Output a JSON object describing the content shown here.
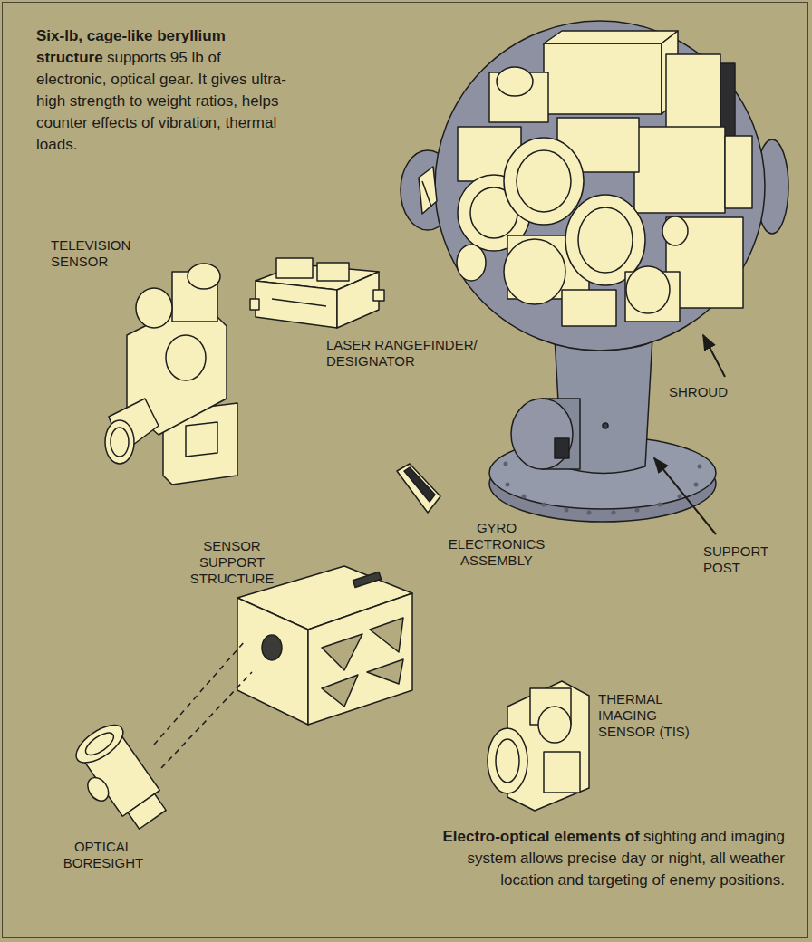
{
  "diagram": {
    "labels": [
      "Six-lb, cage-like beryllium structure",
      "supports 95 lb of electronic, optical gear. It gives ultra-high strength to weight ratios, helps counter effects of vibration, thermal loads.",
      "TELEVISION SENSOR",
      "LASER RANGEFINDER/ DESIGNATOR",
      "SHROUD",
      "GYRO ELECTRONICS ASSEMBLY",
      "SENSOR SUPPORT STRUCTURE",
      "SUPPORT POST",
      "THERMAL IMAGING SENSOR (TIS)",
      "OPTICAL BORESIGHT",
      "Electro-optical elements of",
      "sighting and imaging system allows precise day or night, all weather location and targeting of enemy positions."
    ]
  }
}
